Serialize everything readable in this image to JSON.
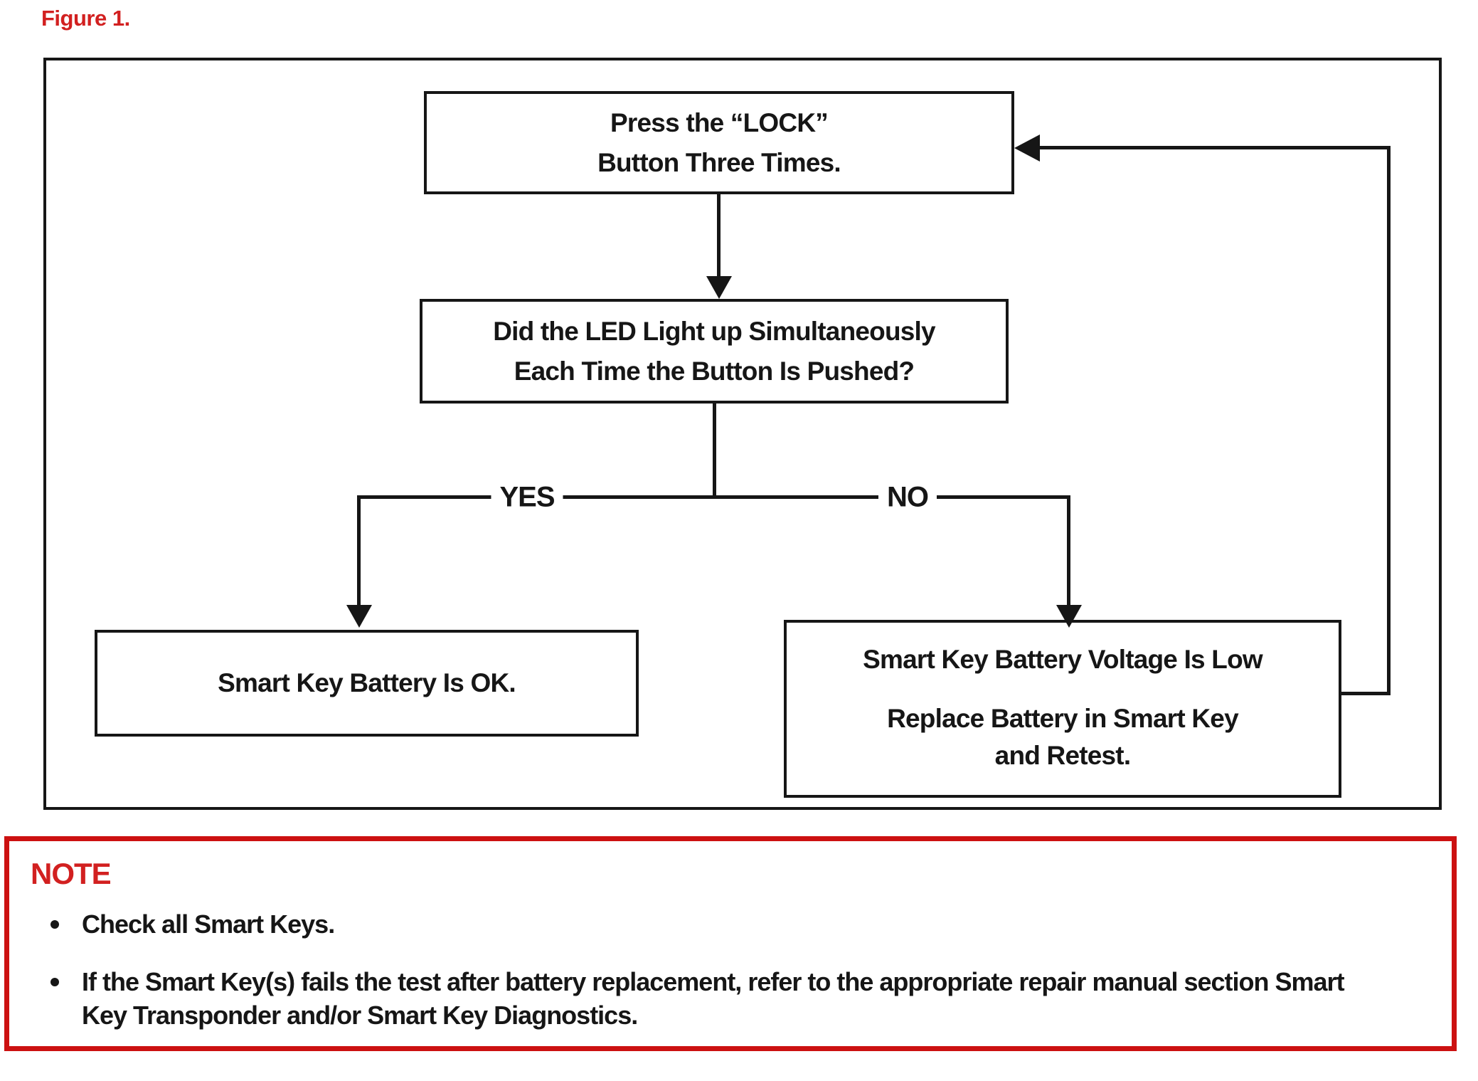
{
  "figure": {
    "label": "Figure 1."
  },
  "flowchart": {
    "nodes": {
      "start": {
        "line1": "Press the “LOCK”",
        "line2": "Button Three Times."
      },
      "decision": {
        "line1": "Did the LED Light up Simultaneously",
        "line2": "Each Time the Button Is Pushed?"
      },
      "yes_result": {
        "text": "Smart Key Battery Is OK."
      },
      "no_result": {
        "line1": "Smart Key Battery Voltage Is Low",
        "line2": "Replace Battery in Smart Key",
        "line3": "and Retest."
      }
    },
    "branch_labels": {
      "yes": "YES",
      "no": "NO"
    }
  },
  "note": {
    "title": "NOTE",
    "bullets": [
      "Check all Smart Keys.",
      "If the Smart Key(s) fails the test after battery replacement, refer to the appropriate repair manual section Smart Key Transponder and/or Smart Key Diagnostics."
    ]
  },
  "colors": {
    "accent_red": "#d22020",
    "note_border_red": "#cc1111",
    "line_black": "#161616"
  }
}
